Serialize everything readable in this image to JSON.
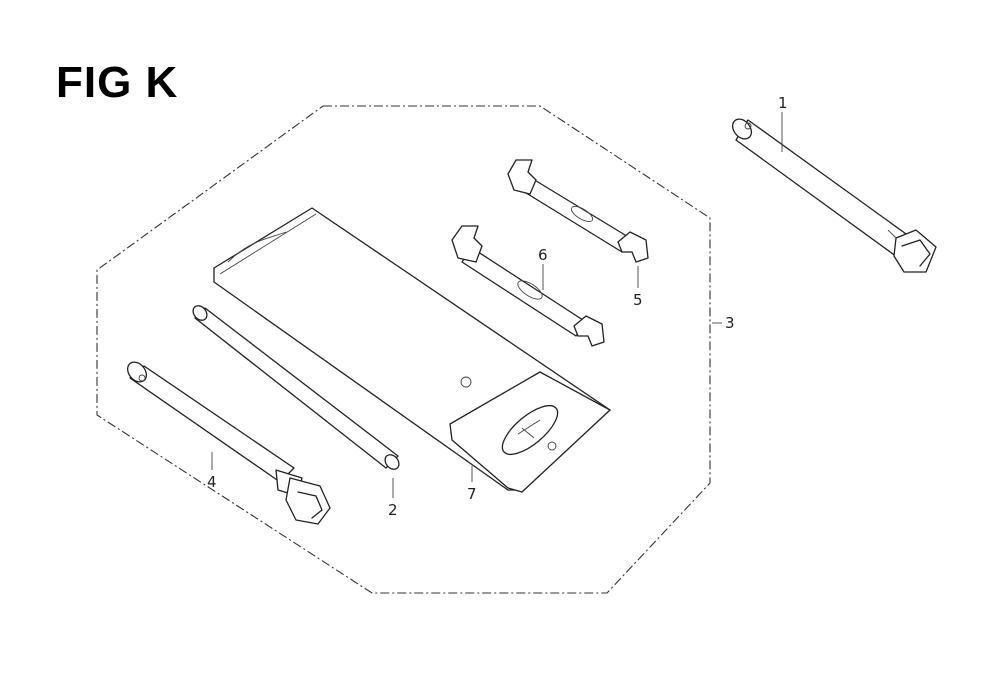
{
  "figure": {
    "title": "FIG K"
  },
  "callouts": {
    "c1": "1",
    "c2": "2",
    "c3": "3",
    "c4": "4",
    "c5": "5",
    "c6": "6",
    "c7": "7"
  }
}
